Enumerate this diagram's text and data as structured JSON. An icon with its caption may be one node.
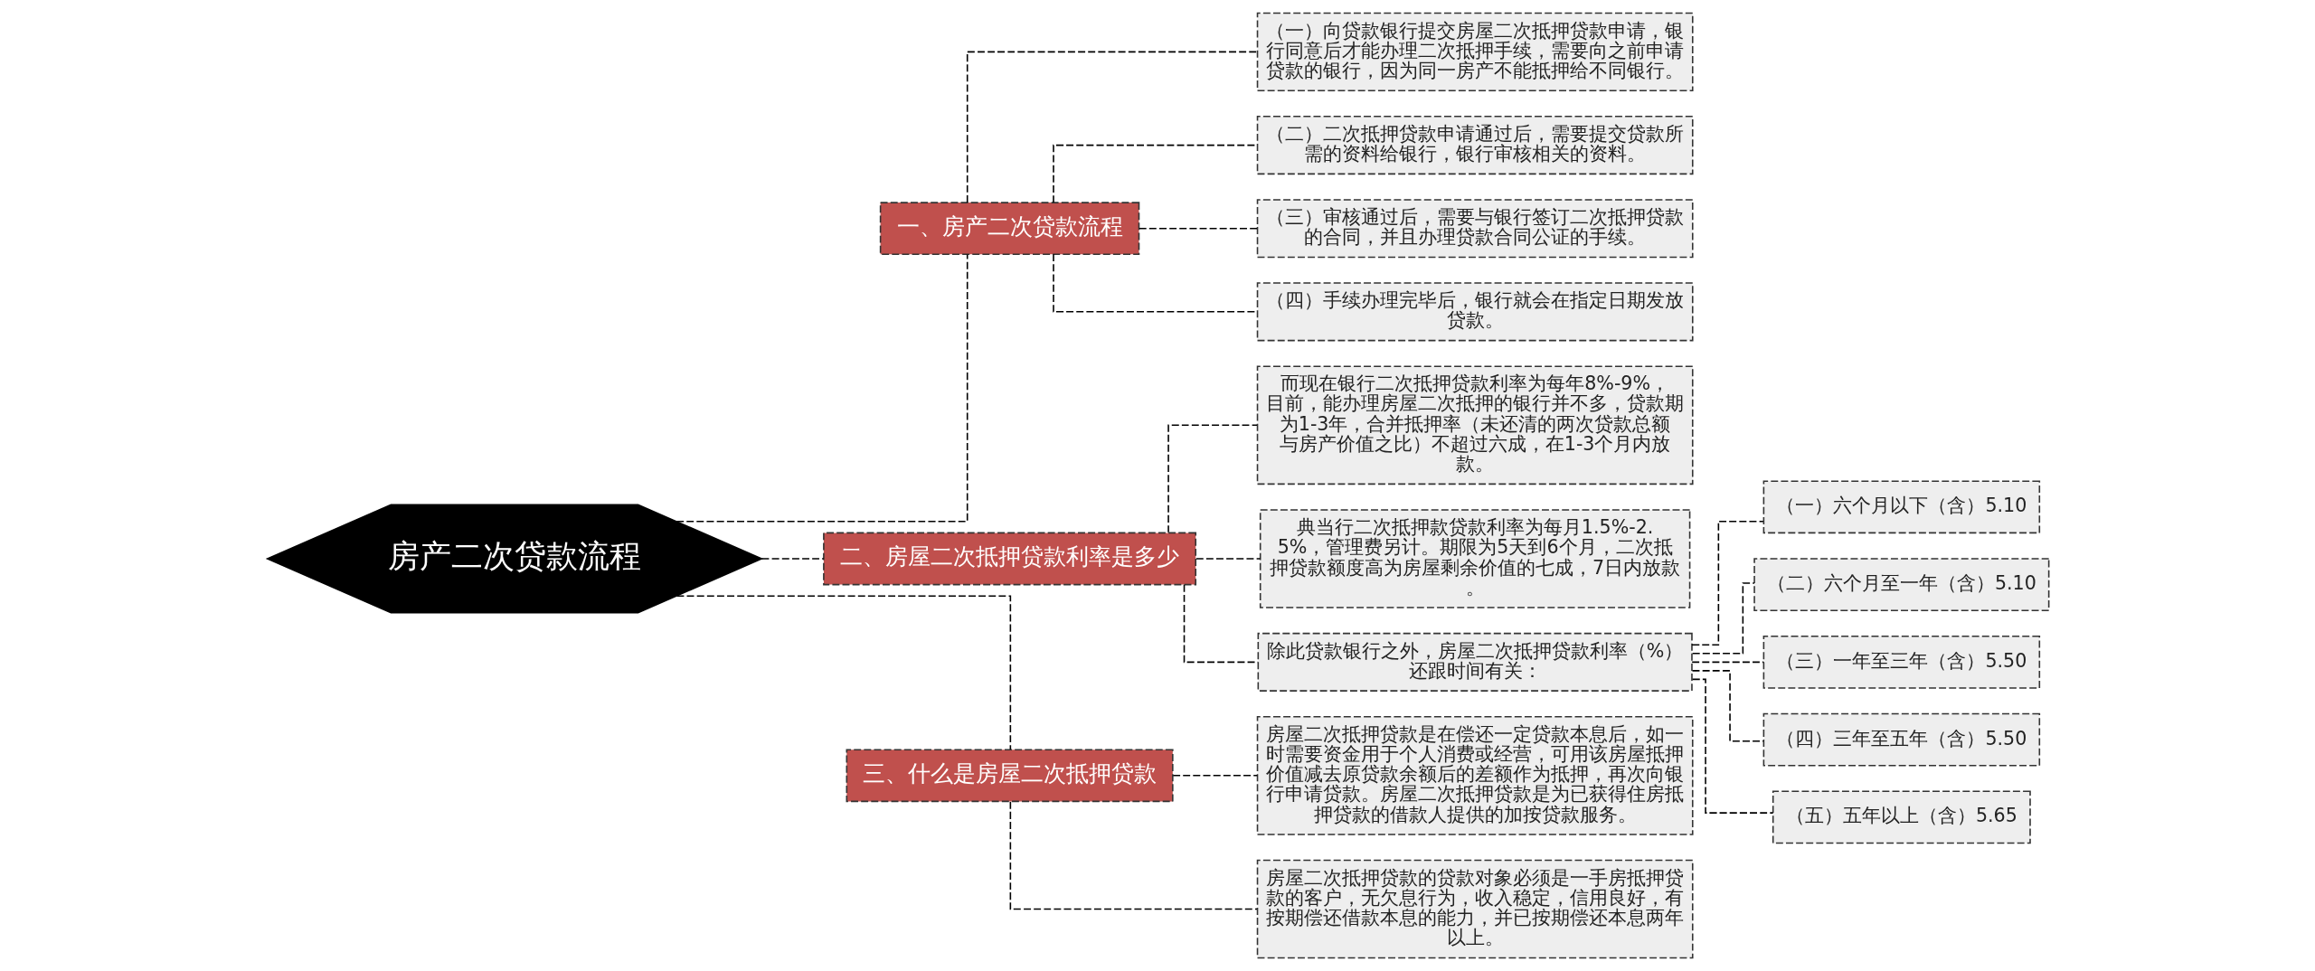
{
  "diagram": {
    "nodes": [
      {
        "text": [
          "房产二次贷款流程"
        ]
      },
      {
        "text": [
          "一、房产二次贷款流程"
        ]
      },
      {
        "text": [
          "（一）向贷款银行提交房屋二次抵押贷款申请，银行同意后才能办理二次抵押手续，需要向之前申请贷款的银行，因为同一房产不能抵押给不同银行。"
        ]
      },
      {
        "text": [
          "（二）二次抵押贷款申请通过后，需要提交贷款所需的资料给银行，银行审核相关的资料。"
        ]
      },
      {
        "text": [
          "（三）审核通过后，需要与银行签订二次抵押贷款的合同，并且办理贷款合同公证的手续。"
        ]
      },
      {
        "text": [
          "（四）手续办理完毕后，银行就会在指定日期发放贷款。"
        ]
      },
      {
        "text": [
          "二、房屋二次抵押贷款利率是多少"
        ]
      },
      {
        "text": [
          "而现在银行二次抵押贷款利率为每年8%-9%，目前，能办理房屋二次抵押的银行并不多，贷款期为1-3年，合并抵押率（未还清的两次贷款总额与房产价值之比）不超过六成，在1-3个月内放款。"
        ]
      },
      {
        "text": [
          "典当行二次抵押款贷款利率为每月1.5%-2.5%，管理费另计。期限为5天到6个月，二次抵押贷款额度高为房屋剩余价值的七成，7日内放款。"
        ]
      },
      {
        "text": [
          "除此贷款银行之外，房屋二次抵押贷款利率（%）还跟时间有关："
        ]
      },
      {
        "text": [
          "（一）六个月以下（含）5.10"
        ]
      },
      {
        "text": [
          "（二）六个月至一年（含）5.10"
        ]
      },
      {
        "text": [
          "（三）一年至三年（含）5.50"
        ]
      },
      {
        "text": [
          "（四）三年至五年（含）5.50"
        ]
      },
      {
        "text": [
          "（五）五年以上（含）5.65"
        ]
      },
      {
        "text": [
          "三、什么是房屋二次抵押贷款"
        ]
      },
      {
        "text": [
          "房屋二次抵押贷款是在偿还一定贷款本息后，如一时需要资金用于个人消费或经营，可用该房屋抵押价值减去原贷款余额后的差额作为抵押，再次向银行申请贷款。房屋二次抵押贷款是为已获得住房抵押贷款的借款人提供的加按贷款服务。"
        ]
      },
      {
        "text": [
          "房屋二次抵押贷款的贷款对象必须是一手房抵押贷款的客户，无欠息行为，收入稳定，信用良好，有按期偿还借款本息的能力，并已按期偿还本息两年以上。"
        ]
      }
    ],
    "edges": [
      {
        "from": 0,
        "to": 1,
        "arrow": "none",
        "style": "dashed"
      },
      {
        "from": 1,
        "to": 2,
        "arrow": "none",
        "style": "dashed"
      },
      {
        "from": 1,
        "to": 3,
        "arrow": "none",
        "style": "dashed"
      },
      {
        "from": 1,
        "to": 4,
        "arrow": "none",
        "style": "dashed"
      },
      {
        "from": 1,
        "to": 5,
        "arrow": "none",
        "style": "dashed"
      },
      {
        "from": 0,
        "to": 6,
        "arrow": "none",
        "style": "dashed"
      },
      {
        "from": 6,
        "to": 7,
        "arrow": "none",
        "style": "dashed"
      },
      {
        "from": 6,
        "to": 8,
        "arrow": "none",
        "style": "dashed"
      },
      {
        "from": 6,
        "to": 9,
        "arrow": "none",
        "style": "dashed"
      },
      {
        "from": 9,
        "to": 10,
        "arrow": "none",
        "style": "dashed"
      },
      {
        "from": 9,
        "to": 11,
        "arrow": "none",
        "style": "dashed"
      },
      {
        "from": 9,
        "to": 12,
        "arrow": "none",
        "style": "dashed"
      },
      {
        "from": 9,
        "to": 13,
        "arrow": "none",
        "style": "dashed"
      },
      {
        "from": 9,
        "to": 14,
        "arrow": "none",
        "style": "dashed"
      },
      {
        "from": 0,
        "to": 15,
        "arrow": "none",
        "style": "dashed"
      },
      {
        "from": 15,
        "to": 16,
        "arrow": "none",
        "style": "dashed"
      },
      {
        "from": 15,
        "to": 17,
        "arrow": "none",
        "style": "dashed"
      }
    ]
  }
}
